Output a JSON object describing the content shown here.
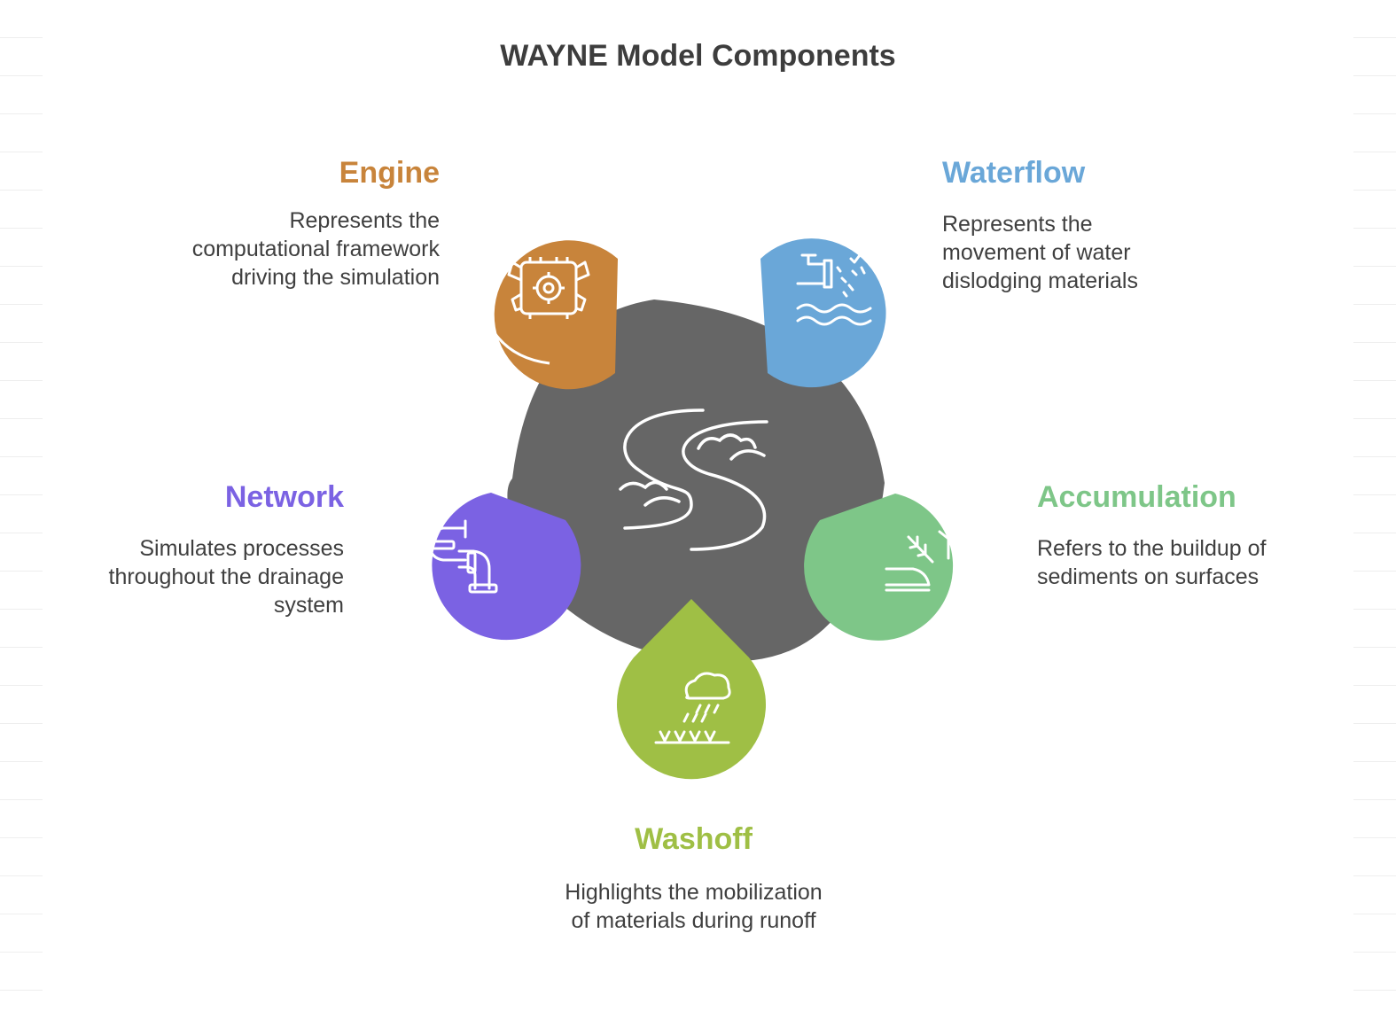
{
  "title": "WAYNE Model Components",
  "components": [
    {
      "name": "Engine",
      "description": "Represents the computational framework driving the simulation",
      "icon": "engine-icon",
      "color": "#c8843b"
    },
    {
      "name": "Waterflow",
      "description": "Represents the movement of water dislodging materials",
      "icon": "faucet-water-icon",
      "color": "#6aa7d8"
    },
    {
      "name": "Accumulation",
      "description": "Refers to the buildup of sediments on surfaces",
      "icon": "sediment-plant-icon",
      "color": "#7ec688"
    },
    {
      "name": "Washoff",
      "description": "Highlights the mobilization of materials during runoff",
      "icon": "rain-cloud-icon",
      "color": "#9fbf45"
    },
    {
      "name": "Network",
      "description": "Simulates processes throughout the drainage system",
      "icon": "pipe-icon",
      "color": "#7b62e3"
    }
  ],
  "center": {
    "icon": "river-icon",
    "color": "#666666"
  }
}
